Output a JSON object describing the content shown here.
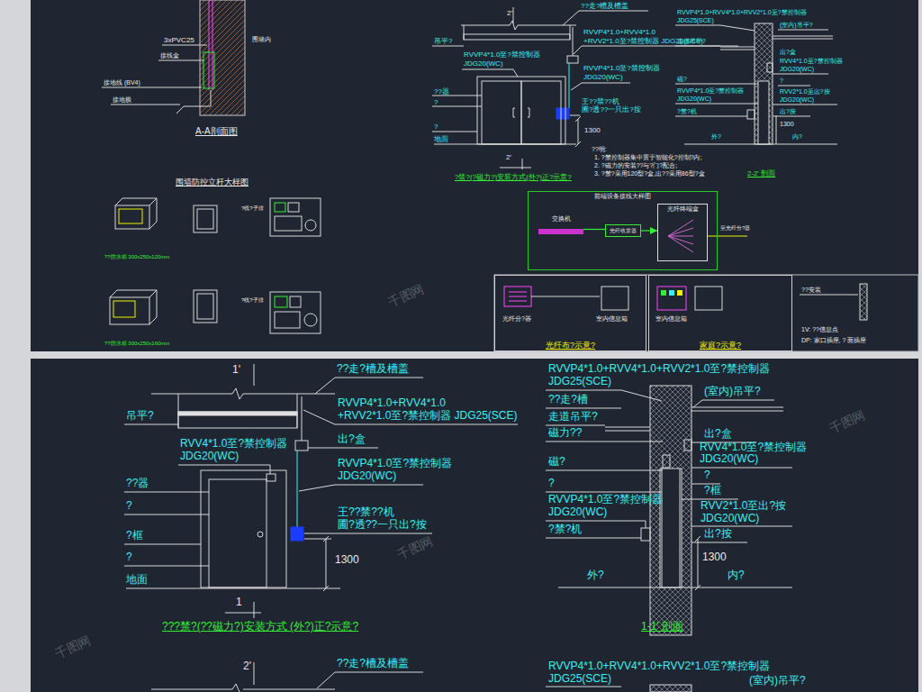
{
  "diagram": {
    "nodes": [
      {
        "text": [
          "前端设备接线大样图"
        ]
      },
      {
        "text": [
          "交换机"
        ],
        "in": 0
      },
      {
        "text": [
          "光纤收发器"
        ],
        "in": 0
      },
      {
        "text": [
          "光纤终端盒"
        ],
        "in": 0
      },
      {
        "text": [
          "光纤布?示意?"
        ]
      },
      {
        "text": [
          "家庭?示意?"
        ]
      }
    ],
    "edges": [
      {
        "from": 1,
        "to": 2,
        "arrow": "none"
      },
      {
        "from": 2,
        "to": 3,
        "arrow": "to"
      }
    ],
    "labels": [
      "1'",
      "??走?槽及槽盖",
      "RVVP4*1.0+RVV4*1.0",
      "+RVV2*1.0至?禁控制器 JDG25(SCE)",
      "吊平?",
      "出?盒",
      "RVV4*1.0至?禁控制器",
      "JDG20(WC)",
      "RVVP4*1.0至?禁控制器",
      "JDG20(WC)",
      "??器",
      "?",
      "?框",
      "?",
      "地面",
      "王??禁??机",
      "圃?透??一只出?按",
      "1300",
      "1",
      "???禁?(??磁力?)安装方式 (外?)正?示意?",
      "RVVP4*1.0+RVV4*1.0+RVV2*1.0至?禁控制器",
      "JDG25(SCE)",
      "(室内)吊平?",
      "??走?槽",
      "走道吊平?",
      "磁力??",
      "出?盒",
      "RVV4*1.0至?禁控制器",
      "JDG20(WC)",
      "磁?",
      "?",
      "?",
      "?框",
      "RVVP4*1.0至?禁控制器",
      "JDG20(WC)",
      "RVV2*1.0至出?按",
      "JDG20(WC)",
      "?禁?机",
      "出?按",
      "1300",
      "外?",
      "内?",
      "1-1' 剖面",
      "2'",
      "??走?槽及槽盖",
      "RVVP4*1.0+RVV4*1.0+RVV2*1.0至?禁控制器",
      "JDG25(SCE)",
      "(室内)吊平?",
      "2'",
      "??走?槽及槽盖",
      "RVVP4*1.0+RVV4*1.0",
      "+RVV2*1.0至?禁控制器 JDG25(SCE)",
      "吊平?",
      "RVVP4*1.0至?禁控制器",
      "JDG20(WC)",
      "RVVP4*1.0至?禁控制器",
      "JDG20(WC)",
      "??器",
      "?",
      "?",
      "地面",
      "王??禁??机",
      "圃?透??一只出?按",
      "1300",
      "2'",
      "??明:",
      "1. ?禁控制器集中置于智能化?控制?内;",
      "2. ?磁力的安装??与?门?配合;",
      "3. ?禁?采用120型?盒,出??采用86型?盒",
      "2-2' 剖面",
      "?禁?(?磁力?)安装方式(外?)正?示意?",
      "RVVP4*1.0+RVV4*1.0+RVV2*1.0至?禁控制器",
      "JDG25(SCE)",
      "(室内)吊平?",
      "出?盒",
      "RVV4*1.0至?禁控制器",
      "JDG20(WC)",
      "磁?",
      "?",
      "RVVP4*1.0至?禁控制器",
      "JDG20(WC)",
      "RVV2*1.0至出?按",
      "JDG20(WC)",
      "?禁?机",
      "出?按",
      "外?",
      "内?",
      "1300",
      "走道吊平?",
      "3xPVC25",
      "接线盒",
      "接地线 (BV4)",
      "接地极",
      "围墙内",
      "A-A剖面图",
      "围墙防控立杆大样图",
      "??防水箱 300x250x120mm",
      "?线?子排",
      "??防水箱 300x250x160mm",
      "?线?子排",
      "至光纤分?器",
      "光纤分?器",
      "室内信息箱",
      "室内信息箱",
      "??安装",
      "1V: ??信息点",
      "DP: 家口插座, ? 面插座",
      "千图网",
      "千图网",
      "千图网",
      "千图网"
    ]
  }
}
